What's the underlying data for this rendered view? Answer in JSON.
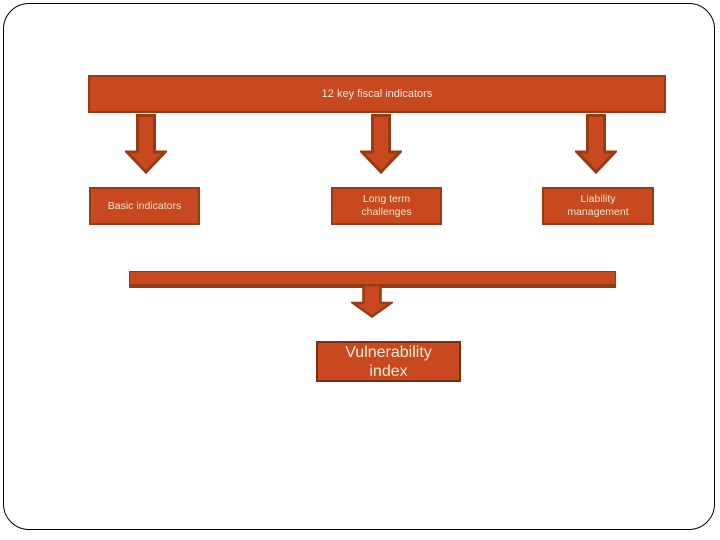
{
  "colors": {
    "shape_fill": "#C8491F",
    "shape_border": "#993A12",
    "result_box_border": "#7E2D0E",
    "title_text": "#F4E7DB",
    "box_text": "#EEE8CE",
    "frame_border": "#000000",
    "background": "#FFFFFF"
  },
  "diagram": {
    "title_bar": {
      "label": "12 key fiscal indicators"
    },
    "branches": [
      {
        "line1": "Basic indicators",
        "line2": ""
      },
      {
        "line1": "Long term",
        "line2": "challenges"
      },
      {
        "line1": "Liability",
        "line2": "management"
      }
    ],
    "result_box": {
      "line1": "Vulnerability",
      "line2": "index"
    }
  }
}
